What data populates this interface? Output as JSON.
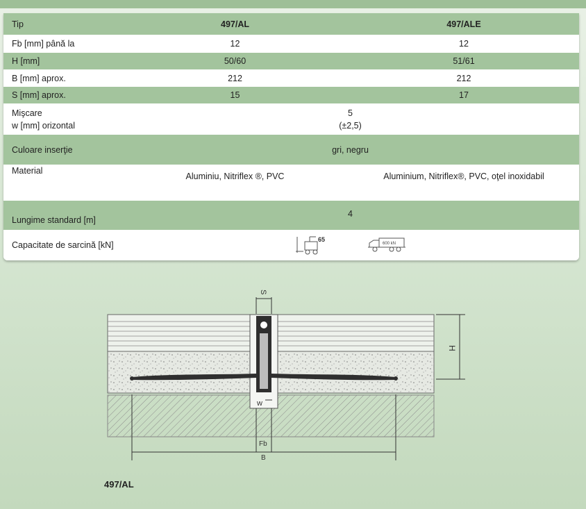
{
  "table": {
    "header": {
      "label": "Tip",
      "col1": "497/AL",
      "col2": "497/ALE"
    },
    "rows": [
      {
        "label": "Fb [mm] până la",
        "col1": "12",
        "col2": "12"
      },
      {
        "label": "H [mm]",
        "col1": "50/60",
        "col2": "51/61"
      },
      {
        "label": "B [mm] aprox.",
        "col1": "212",
        "col2": "212"
      },
      {
        "label": "S [mm] aprox.",
        "col1": "15",
        "col2": "17"
      }
    ],
    "miscare": {
      "label1": "Mişcare",
      "label2": "w [mm] orizontal",
      "value1": "5",
      "value2": "(±2,5)"
    },
    "culoare": {
      "label": "Culoare inserţie",
      "value": "gri, negru"
    },
    "material": {
      "label": "Material",
      "col1": "Aluminiu, Nitriflex ®, PVC",
      "col2": "Aluminium, Nitriflex®, PVC, oţel inoxidabil"
    },
    "lungime": {
      "label": "Lungime standard [m]",
      "value": "4"
    },
    "capacitate": {
      "label": "Capacitate de sarcină [kN]",
      "forklift_value": "65",
      "truck_value": "600 kN"
    }
  },
  "drawing": {
    "labels": {
      "s": "S",
      "h": "H",
      "w": "w",
      "fb": "Fb",
      "b": "B"
    },
    "caption": "497/AL"
  },
  "colors": {
    "green": "#a3c49d",
    "band": "#9ebf97",
    "line": "#5e7d58"
  }
}
